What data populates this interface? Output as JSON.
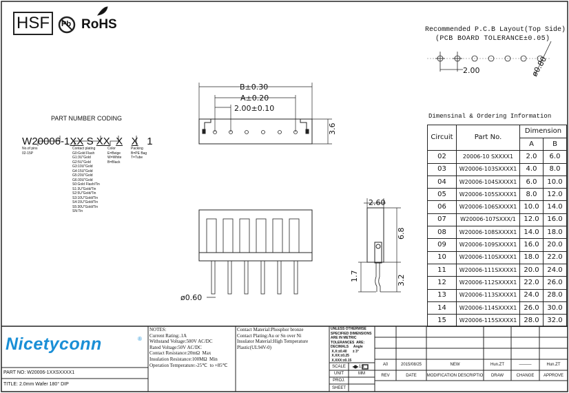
{
  "header": {
    "hsf": "HSF",
    "pb": "Pb",
    "rohs": "RoHS"
  },
  "pcb": {
    "title": "Recommended P.C.B Layout(Top Side)",
    "subtitle": "(PCB BOARD TOLERANCE±0.05)",
    "pitch": "2.00",
    "hole": "ø0.80"
  },
  "coding": {
    "title": "PART NUMBER CODING",
    "parts": [
      "W20006-1",
      "XX",
      "S",
      "XX",
      "X",
      "X",
      "1"
    ],
    "pins": [
      "No.of pins",
      "02-15P"
    ],
    "plating": [
      "Contact plating",
      "G0:Gold Flash",
      "G1:3U\"Gold",
      "G2:5U\"Gold",
      "G3:10U\"Gold",
      "G4:15U\"Gold",
      "G5:20U\"Gold",
      "G6:30U\"Gold",
      "S0:Gold Flash/Tin",
      "S1:3U\"Gold/Tin",
      "S2:5U\"Gold/Tin",
      "S3:10U\"Gold/Tin",
      "S4:15U\"Gold/Tin",
      "S5:30U\"Gold/Tin",
      "SN:Tin"
    ],
    "color": [
      "Color",
      "E=Beige",
      "W=White",
      "B=Black"
    ],
    "packing": [
      "Packing",
      "B=PE Bag",
      "T=Tube"
    ]
  },
  "dims": {
    "b": "B±0.30",
    "a": "A±0.20",
    "pitch": "2.00±0.10",
    "h": "3.6",
    "w": "2.60",
    "h2": "6.8",
    "d1": "1.7",
    "d2": "3.2",
    "pin": "ø0.60"
  },
  "table": {
    "title": "Dimensinal & Ordering Information",
    "h_circuit": "Circuit",
    "h_part": "Part  No.",
    "h_dim": "Dimension",
    "h_a": "A",
    "h_b": "B",
    "rows": [
      [
        "02",
        "20006-10  SXXXX1",
        "2.0",
        "6.0"
      ],
      [
        "03",
        "W20006-103SXXXX1",
        "4.0",
        "8.0"
      ],
      [
        "04",
        "W20006-104SXXXX1",
        "6.0",
        "10.0"
      ],
      [
        "05",
        "W20006-105SXXXX1",
        "8.0",
        "12.0"
      ],
      [
        "06",
        "W20006-106SXXXX1",
        "10.0",
        "14.0"
      ],
      [
        "07",
        "W20006-107SXXX/1",
        "12.0",
        "16.0"
      ],
      [
        "08",
        "W20006-108SXXXX1",
        "14.0",
        "18.0"
      ],
      [
        "09",
        "W20006-109SXXXX1",
        "16.0",
        "20.0"
      ],
      [
        "10",
        "W20006-110SXXXX1",
        "18.0",
        "22.0"
      ],
      [
        "11",
        "W20006-111SXXXX1",
        "20.0",
        "24.0"
      ],
      [
        "12",
        "W20006-112SXXXX1",
        "22.0",
        "26.0"
      ],
      [
        "13",
        "W20006-113SXXXX1",
        "24.0",
        "28.0"
      ],
      [
        "14",
        "W20006-114SXXXX1",
        "26.0",
        "30.0"
      ],
      [
        "15",
        "W20006-115SXXXX1",
        "28.0",
        "32.0"
      ]
    ]
  },
  "title_block": {
    "logo": "Nicetyconn",
    "reg": "®",
    "part_no": "PART NO: W20006-1XXSXXXX1",
    "title": "TITLE: 2.0mm Wafer 180° DIP",
    "notes": "NOTES:\nCurrent Rating:.1A\nWithstand Voltage:500V AC/DC\nRated Voltage:50V AC/DC\nContact Resistance:20mΩ  Max\nInsulation Resistance:100MΩ  Min\nOperation Temperature:-25℃  to +85℃",
    "materials": "Contact Material:Phosphor bronze\nContact Plating:Au or Sn over Ni\nInsulator Material:High Temperature\n                         Plastic(UL94V-0)",
    "tolerance": "UNLESS OTHERWISE\nSPECIFIED DIMENSIONS\nARE IN METRIC\nTOLERANCES  ARE:\nDECIMALS     Angle\n X.X:±0.40      ± 3°\n X.XX:±0.25\n X.XXX:±0.15",
    "scale_l": "SCALE",
    "scale_v": "1:1",
    "unit_l": "UNIT",
    "unit_v": "MM",
    "proj_l": "PROJ.",
    "sheet_l": "SHEET",
    "rev": {
      "rev": "A0",
      "date": "2015/08/25",
      "desc": "NEW",
      "draw": "Hun.ZT",
      "change": "———",
      "approve": "Hun.ZT"
    },
    "headers": [
      "REV",
      "DATE",
      "MODIFICATION DESCRIPTIO",
      "DRAW",
      "CHANGE",
      "APPROVE"
    ]
  },
  "colors": {
    "logo": "#1a8fd6"
  }
}
